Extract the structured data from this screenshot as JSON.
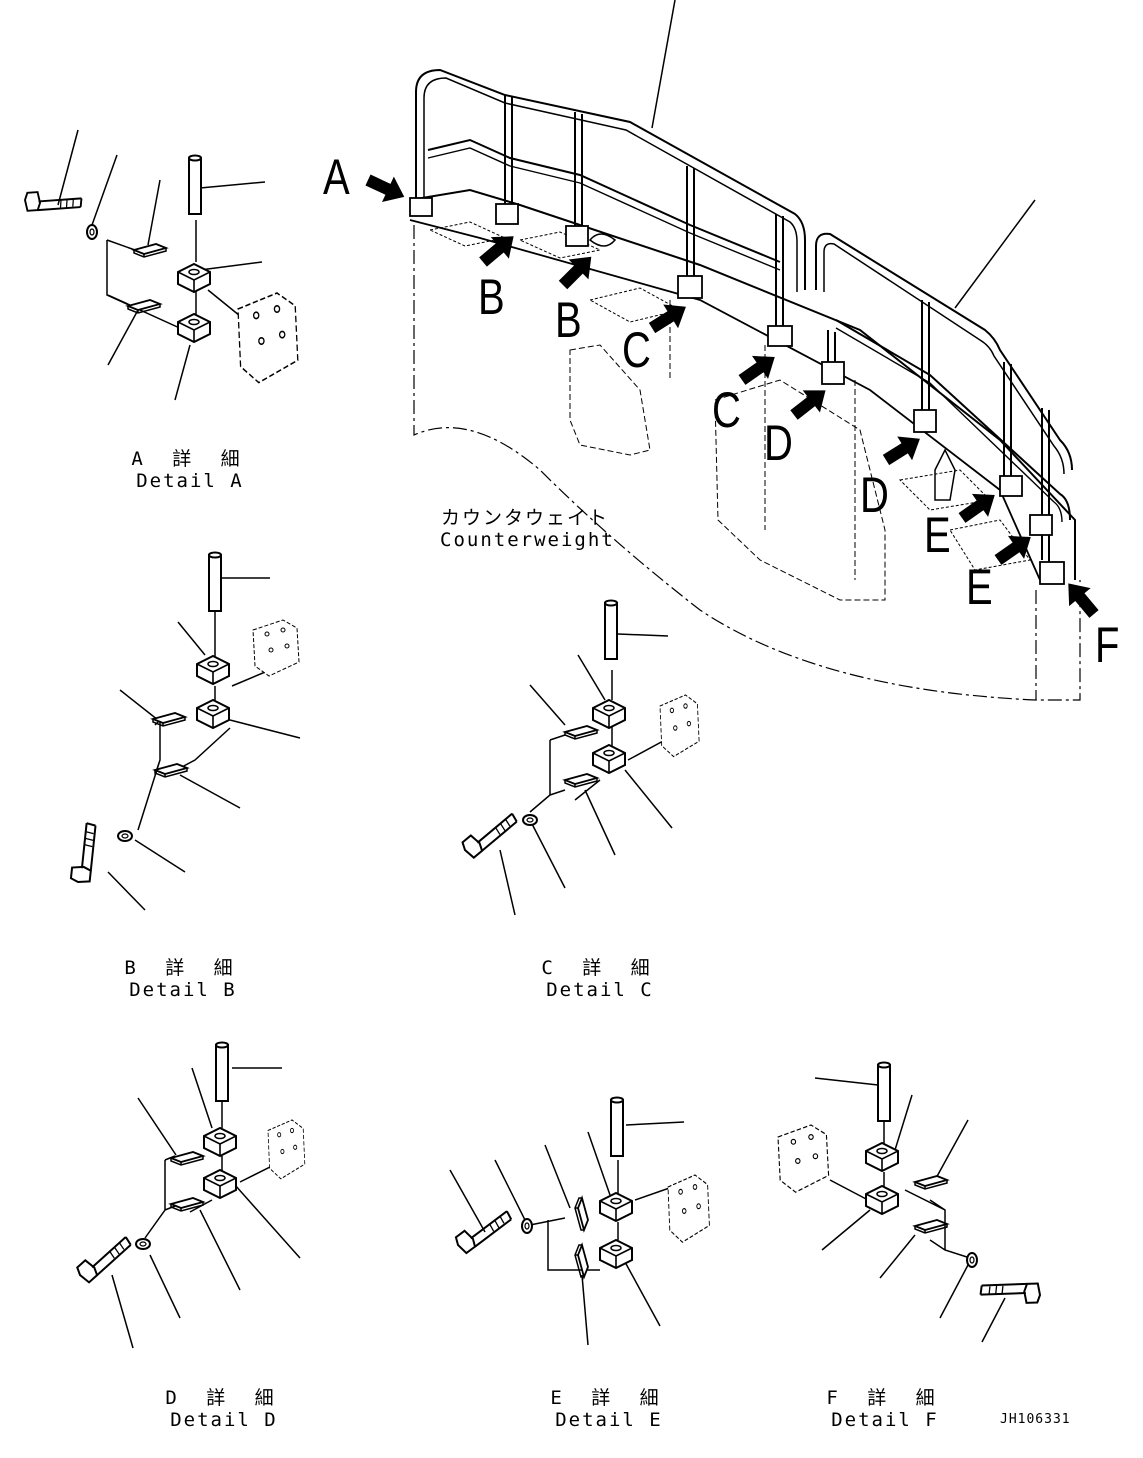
{
  "main_view": {
    "caption_jp": "カウンタウェイト",
    "caption_en": "Counterweight",
    "callouts": [
      "A",
      "B",
      "B",
      "C",
      "C",
      "D",
      "D",
      "E",
      "E",
      "F"
    ]
  },
  "details": [
    {
      "jp": "A 詳 細",
      "en": "Detail A"
    },
    {
      "jp": "B 詳 細",
      "en": "Detail B"
    },
    {
      "jp": "C 詳 細",
      "en": "Detail C"
    },
    {
      "jp": "D 詳 細",
      "en": "Detail D"
    },
    {
      "jp": "E 詳 細",
      "en": "Detail E"
    },
    {
      "jp": "F 詳 細",
      "en": "Detail F"
    }
  ],
  "drawing_code": "JH106331"
}
